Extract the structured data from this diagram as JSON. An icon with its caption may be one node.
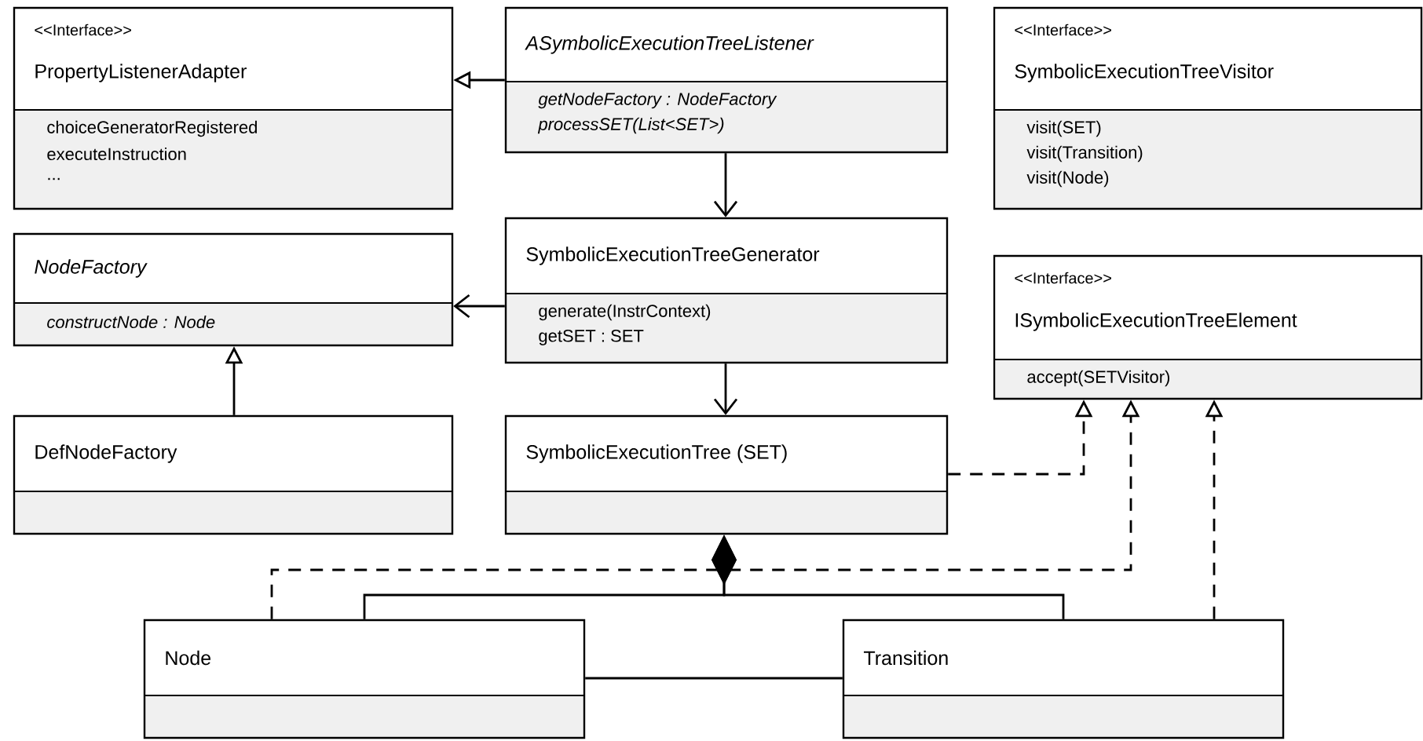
{
  "diagram": {
    "nodes": [
      {
        "text": [
          "<<Interface>>",
          "PropertyListenerAdapter",
          "choiceGeneratorRegistered",
          "executeInstruction",
          "..."
        ]
      },
      {
        "text": [
          "ASymbolicExecutionTreeListener",
          "getNodeFactory : NodeFactory",
          "processSET(List<SET>)"
        ]
      },
      {
        "text": [
          "<<Interface>>",
          "SymbolicExecutionTreeVisitor",
          "visit(SET)",
          "visit(Transition)",
          "visit(Node)"
        ]
      },
      {
        "text": [
          "NodeFactory",
          "constructNode : Node"
        ]
      },
      {
        "text": [
          "SymbolicExecutionTreeGenerator",
          "generate(InstrContext)",
          "getSET : SET"
        ]
      },
      {
        "text": [
          "<<Interface>>",
          "ISymbolicExecutionTreeElement",
          "accept(SETVisitor)"
        ]
      },
      {
        "text": [
          "DefNodeFactory"
        ]
      },
      {
        "text": [
          "SymbolicExecutionTree (SET)"
        ]
      },
      {
        "text": [
          "Node"
        ]
      },
      {
        "text": [
          "Transition"
        ]
      }
    ],
    "edges": [
      {
        "from": 1,
        "to": 0,
        "arrow": "to"
      },
      {
        "from": 1,
        "to": 4,
        "arrow": "to"
      },
      {
        "from": 4,
        "to": 3,
        "arrow": "to"
      },
      {
        "from": 6,
        "to": 3,
        "arrow": "to"
      },
      {
        "from": 4,
        "to": 7,
        "arrow": "to"
      },
      {
        "from": 7,
        "to": 5,
        "arrow": "to",
        "style": "dashed"
      },
      {
        "from": 8,
        "to": 5,
        "arrow": "to",
        "style": "dashed"
      },
      {
        "from": 9,
        "to": 5,
        "arrow": "to",
        "style": "dashed"
      },
      {
        "from": 7,
        "to": 8,
        "arrow": "other"
      },
      {
        "from": 7,
        "to": 9,
        "arrow": "other"
      },
      {
        "from": 8,
        "to": 9,
        "arrow": "none"
      }
    ]
  }
}
